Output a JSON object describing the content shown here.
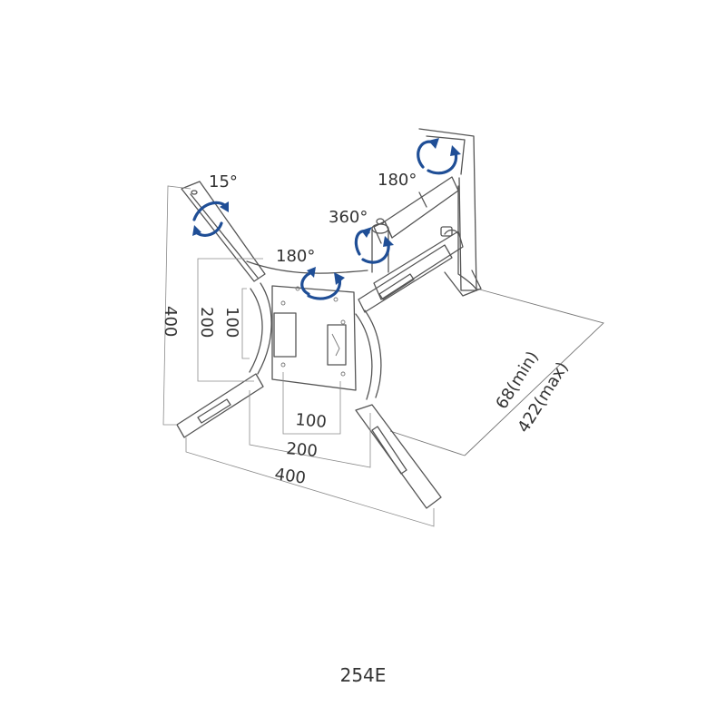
{
  "labels": {
    "tilt": "15°",
    "swivel_top": "180°",
    "rotate": "360°",
    "swivel_plate": "180°",
    "vesa_v_small": "100",
    "vesa_v_mid": "200",
    "vesa_v_large": "400",
    "vesa_h_small": "100",
    "vesa_h_mid": "200",
    "vesa_h_large": "400",
    "extension_min": "68(min)",
    "extension_max": "422(max)"
  },
  "model": "254E",
  "colors": {
    "line": "#555555",
    "arrow_blue": "#1f4e96",
    "text": "#333333"
  }
}
